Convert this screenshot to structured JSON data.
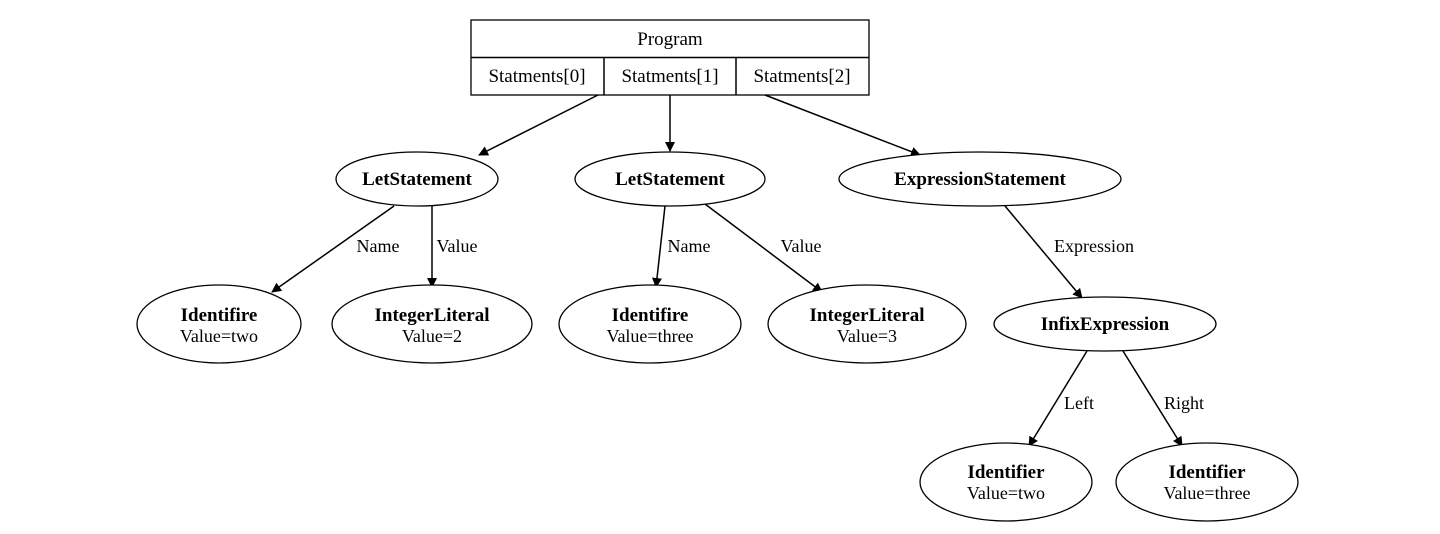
{
  "program": {
    "title": "Program",
    "fields": [
      "Statments[0]",
      "Statments[1]",
      "Statments[2]"
    ]
  },
  "nodes": {
    "let1": {
      "title": "LetStatement"
    },
    "let2": {
      "title": "LetStatement"
    },
    "expr_stmt": {
      "title": "ExpressionStatement"
    },
    "ident_two": {
      "title": "Identifire",
      "value": "Value=two"
    },
    "int_2": {
      "title": "IntegerLiteral",
      "value": "Value=2"
    },
    "ident_three": {
      "title": "Identifire",
      "value": "Value=three"
    },
    "int_3": {
      "title": "IntegerLiteral",
      "value": "Value=3"
    },
    "infix": {
      "title": "InfixExpression"
    },
    "left_ident": {
      "title": "Identifier",
      "value": "Value=two"
    },
    "right_ident": {
      "title": "Identifier",
      "value": "Value=three"
    }
  },
  "edge_labels": {
    "let1_name": "Name",
    "let1_value": "Value",
    "let2_name": "Name",
    "let2_value": "Value",
    "expr_expression": "Expression",
    "infix_left": "Left",
    "infix_right": "Right"
  }
}
